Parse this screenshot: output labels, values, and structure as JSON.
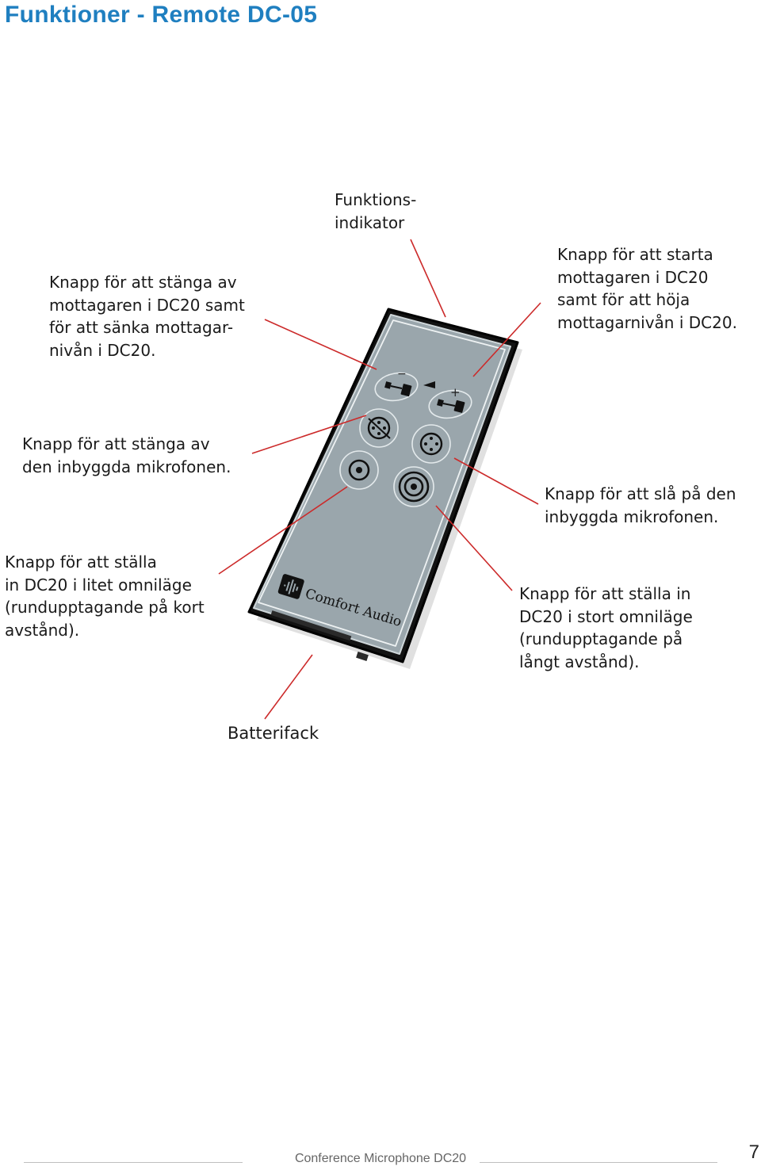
{
  "page": {
    "title": "Funktioner - Remote DC-05",
    "footer": "Conference Microphone DC20",
    "page_number": "7"
  },
  "callouts": {
    "function_indicator": "Funktions-\nindikator",
    "power_off_volume_down": "Knapp för att stänga av\nmottagaren i DC20 samt\nför att sänka mottagar-\nnivån i DC20.",
    "power_on_volume_up": "Knapp för att starta\nmottagaren i DC20\nsamt för att höja\nmottagarnivån i DC20.",
    "mic_off": "Knapp för att stänga av\nden inbyggda mikrofonen.",
    "mic_on": "Knapp för att slå på den\ninbyggda mikrofonen.",
    "small_omni": "Knapp för att ställa\nin DC20 i litet omniläge\n(rundupptagande på kort\navstånd).",
    "large_omni": "Knapp för att ställa in\nDC20 i stort omniläge\n(rundupptagande på\nlångt avstånd).",
    "battery": "Batterifack"
  },
  "remote": {
    "brand": "Comfort Audio",
    "minus_sign": "−",
    "plus_sign": "+",
    "colors": {
      "body": "#111111",
      "panel": "#9aa6ac",
      "panel_border": "#e6ecee",
      "leader_line": "#cc2a2a",
      "title": "#1f7fc0"
    }
  }
}
